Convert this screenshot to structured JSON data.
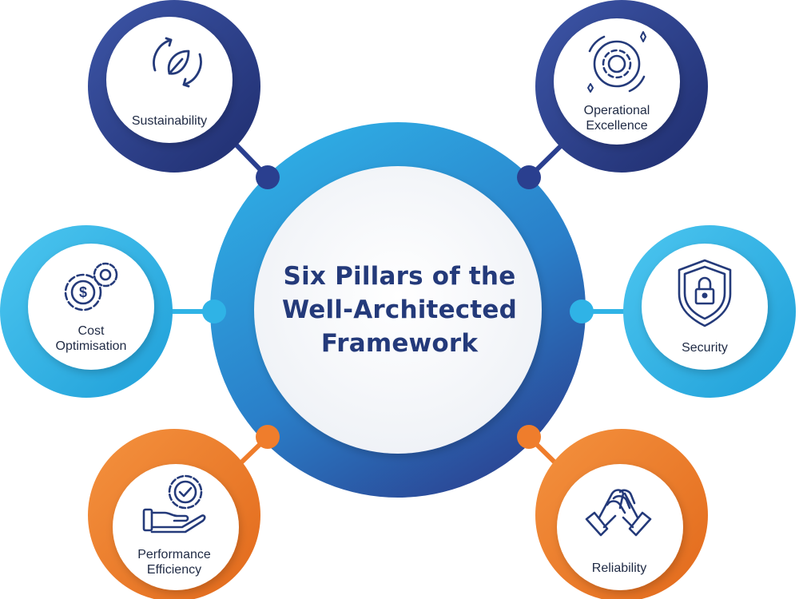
{
  "center": {
    "title_lines": [
      "Six Pillars of the",
      "Well-Architected",
      "Framework"
    ]
  },
  "pillars": [
    {
      "id": "sustainability",
      "lines": [
        "Sustainability"
      ],
      "icon": "leaf-recycle-icon",
      "color": "#2a3f8f"
    },
    {
      "id": "operational-excellence",
      "lines": [
        "Operational",
        "Excellence"
      ],
      "icon": "gear-cycle-icon",
      "color": "#2a3f8f"
    },
    {
      "id": "cost-optimisation",
      "lines": [
        "Cost",
        "Optimisation"
      ],
      "icon": "dollar-gear-icon",
      "color": "#2fb3e6"
    },
    {
      "id": "security",
      "lines": [
        "Security"
      ],
      "icon": "shield-lock-icon",
      "color": "#2fb3e6"
    },
    {
      "id": "performance-efficiency",
      "lines": [
        "Performance",
        "Efficiency"
      ],
      "icon": "hand-gear-check-icon",
      "color": "#ef7d2c"
    },
    {
      "id": "reliability",
      "lines": [
        "Reliability"
      ],
      "icon": "handshake-icon",
      "color": "#ef7d2c"
    }
  ],
  "colors": {
    "navy": "#2a3f8f",
    "sky": "#2fb3e6",
    "orange": "#ef7d2c",
    "text_dark": "#243a7a"
  }
}
